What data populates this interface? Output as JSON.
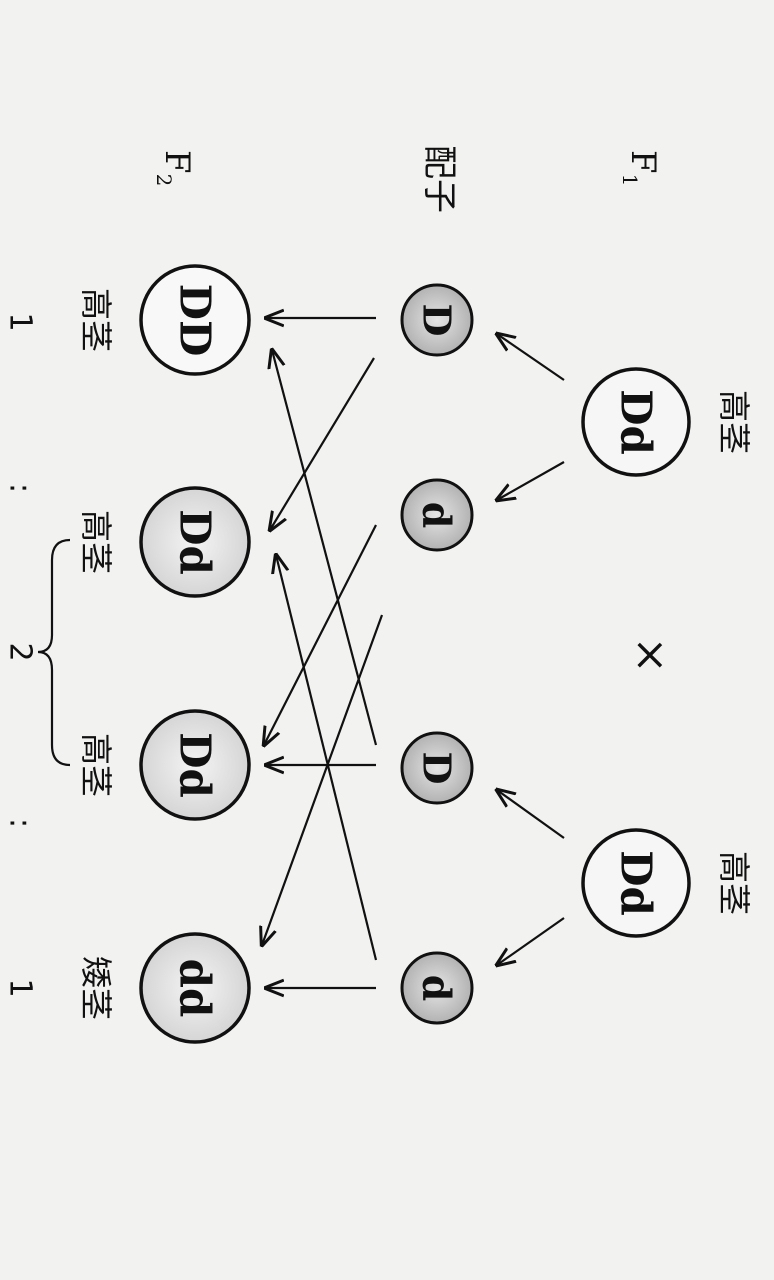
{
  "labels": {
    "f1": "F",
    "f1_sub": "1",
    "gamete": "配子",
    "f2": "F",
    "f2_sub": "2",
    "cross": "×"
  },
  "parents": [
    {
      "genotype": "Dd",
      "phenotype": "高茎"
    },
    {
      "genotype": "Dd",
      "phenotype": "高茎"
    }
  ],
  "gametes": [
    "D",
    "d",
    "D",
    "d"
  ],
  "offspring": [
    {
      "genotype": "DD",
      "phenotype": "高茎"
    },
    {
      "genotype": "Dd",
      "phenotype": "高茎"
    },
    {
      "genotype": "Dd",
      "phenotype": "高茎"
    },
    {
      "genotype": "dd",
      "phenotype": "矮茎"
    }
  ],
  "ratio": {
    "values": [
      "1",
      "2",
      "1"
    ],
    "separator": ":"
  }
}
